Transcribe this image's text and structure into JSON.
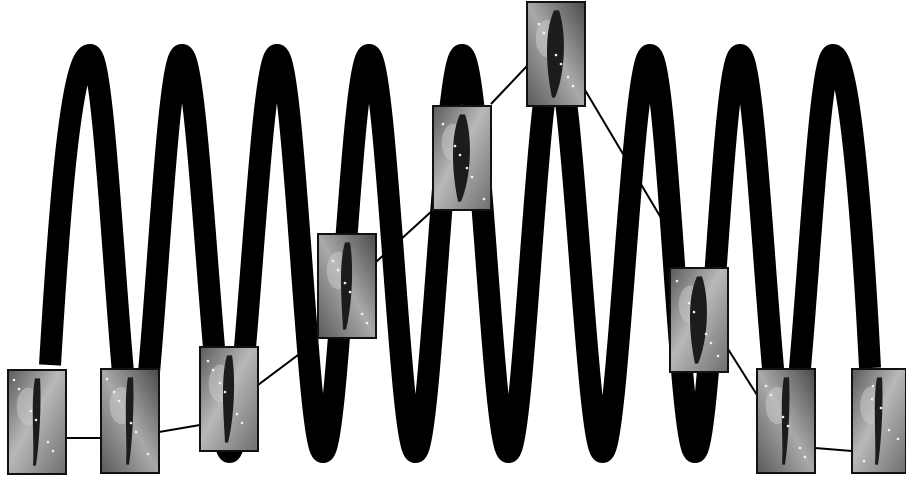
{
  "figure": {
    "wave_color": "#000000",
    "connector_color": "#000000",
    "frame_border_color": "#111111",
    "frame_palette": {
      "dark": "#3a3a3a",
      "mid": "#8a8a8a",
      "light": "#c9c9c9",
      "cleft": "#1c1c1c"
    },
    "frames": [
      {
        "id": 1,
        "cleft": "open-narrow"
      },
      {
        "id": 2,
        "cleft": "open-narrow"
      },
      {
        "id": 3,
        "cleft": "partial"
      },
      {
        "id": 4,
        "cleft": "partial"
      },
      {
        "id": 5,
        "cleft": "closed"
      },
      {
        "id": 6,
        "cleft": "closed"
      },
      {
        "id": 7,
        "cleft": "closed"
      },
      {
        "id": 8,
        "cleft": "open-narrow"
      },
      {
        "id": 9,
        "cleft": "open-narrow"
      }
    ]
  }
}
